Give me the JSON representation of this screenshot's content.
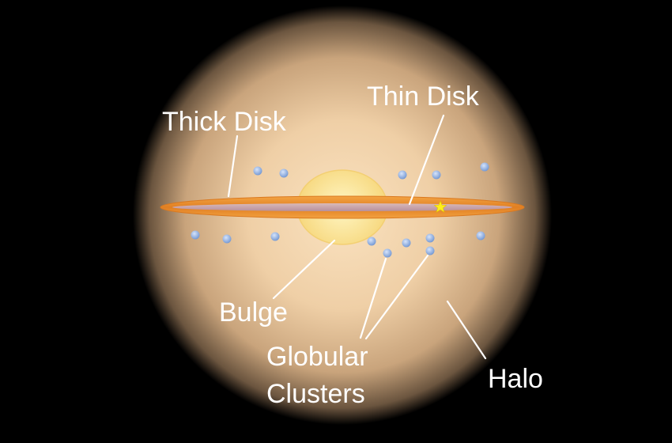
{
  "labels": {
    "thick_disk": "Thick Disk",
    "thin_disk": "Thin Disk",
    "bulge": "Bulge",
    "globular_line1": "Globular",
    "globular_line2": "Clusters",
    "halo": "Halo"
  },
  "colors": {
    "background": "#000000",
    "halo_center": "#f7dcb8",
    "halo_edge": "#000000",
    "bulge": "#fde9a0",
    "thick_disk": "#e88a2a",
    "thin_disk": "#c9a2a8",
    "globular_cluster": "#8fb0e3",
    "sun_star": "#ffef1a",
    "label_text": "#ffffff"
  },
  "icons": {
    "sun_marker": "star-icon"
  }
}
